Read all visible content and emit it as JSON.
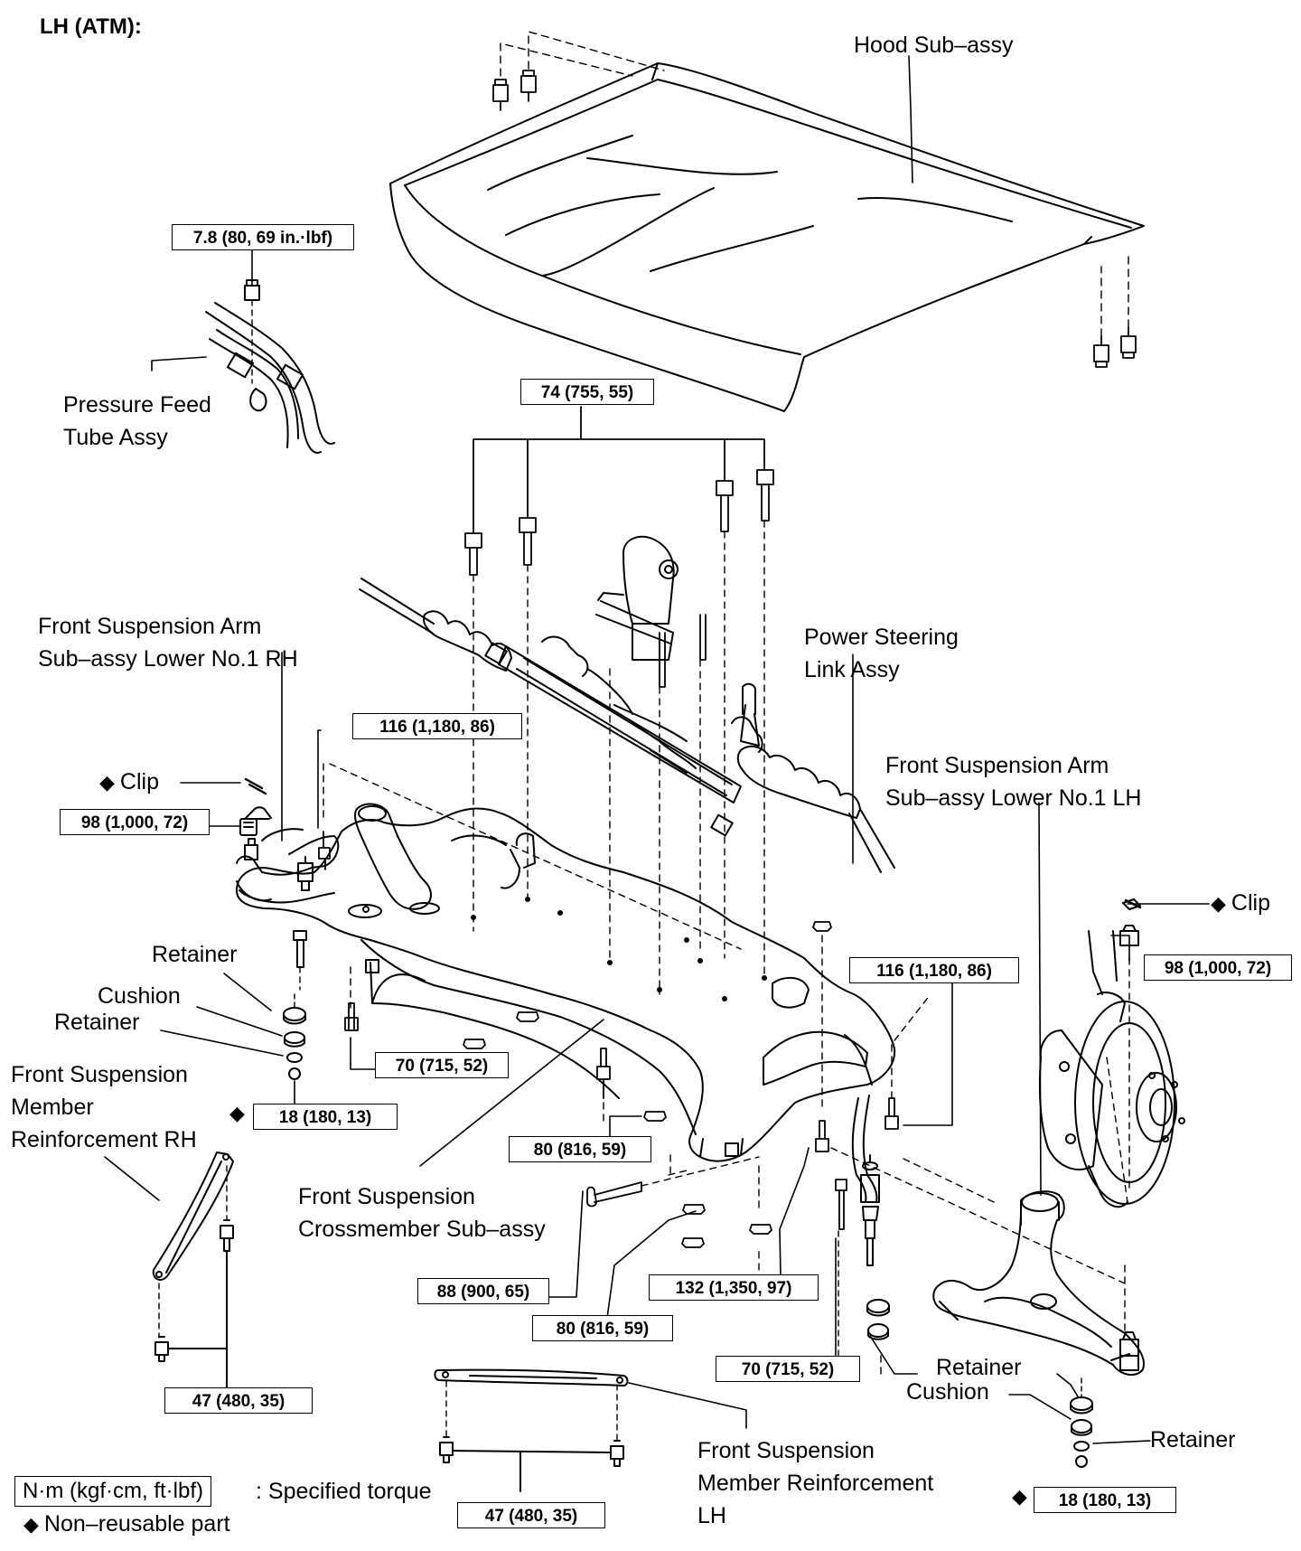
{
  "title": "LH (ATM):",
  "labels": {
    "hood": "Hood Sub–assy",
    "pressure_feed_1": "Pressure Feed",
    "pressure_feed_2": "Tube Assy",
    "arm_rh_1": "Front Suspension Arm",
    "arm_rh_2": "Sub–assy Lower No.1 RH",
    "power_steering_1": "Power Steering",
    "power_steering_2": "Link Assy",
    "arm_lh_1": "Front Suspension Arm",
    "arm_lh_2": "Sub–assy Lower No.1 LH",
    "clip_left": "Clip",
    "clip_right": "Clip",
    "retainer_left_top": "Retainer",
    "cushion_left": "Cushion",
    "retainer_left_bottom": "Retainer",
    "reinf_rh_1": "Front Suspension",
    "reinf_rh_2": "Member",
    "reinf_rh_3": "Reinforcement RH",
    "crossmember_1": "Front Suspension",
    "crossmember_2": "Crossmember Sub–assy",
    "retainer_right_top": "Retainer",
    "cushion_right": "Cushion",
    "retainer_right_bottom": "Retainer",
    "reinf_lh_1": "Front Suspension",
    "reinf_lh_2": "Member Reinforcement",
    "reinf_lh_3": "LH"
  },
  "torques": {
    "t_7_8": "7.8 (80, 69 in.·lbf)",
    "t_74": "74 (755, 55)",
    "t_116_left": "116 (1,180, 86)",
    "t_98_left": "98 (1,000, 72)",
    "t_116_right": "116 (1,180, 86)",
    "t_98_right": "98 (1,000, 72)",
    "t_70_left": "70 (715, 52)",
    "t_18_left": "18 (180, 13)",
    "t_80_upper": "80 (816, 59)",
    "t_88": "88 (900, 65)",
    "t_132": "132 (1,350, 97)",
    "t_80_lower": "80 (816, 59)",
    "t_70_right": "70 (715, 52)",
    "t_47_left": "47 (480, 35)",
    "t_47_bottom": "47 (480, 35)",
    "t_18_right": "18 (180, 13)"
  },
  "legend": {
    "unit_box": "N·m (kgf·cm, ft·lbf)",
    "unit_desc": ": Specified torque",
    "nonreusable": "Non–reusable part"
  },
  "symbols": {
    "diamond": "◆"
  }
}
